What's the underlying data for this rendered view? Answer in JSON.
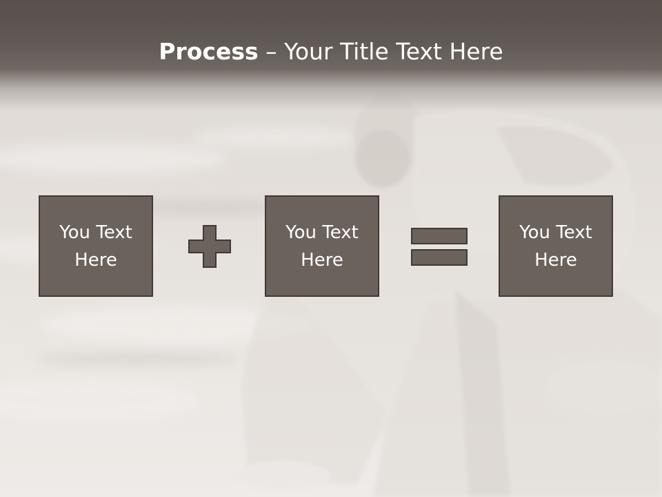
{
  "title": {
    "bold": "Process",
    "rest": " – Your Title Text Here"
  },
  "boxes": [
    {
      "line1": "You Text",
      "line2": "Here"
    },
    {
      "line1": "You Text",
      "line2": "Here"
    },
    {
      "line1": "You Text",
      "line2": "Here"
    }
  ],
  "operators": [
    "plus-icon",
    "equals-icon"
  ],
  "colors": {
    "header": "#5c5450",
    "box_fill": "#6b625c",
    "box_border": "#3f3834",
    "operator_fill": "#6b625c",
    "text": "#ffffff"
  }
}
